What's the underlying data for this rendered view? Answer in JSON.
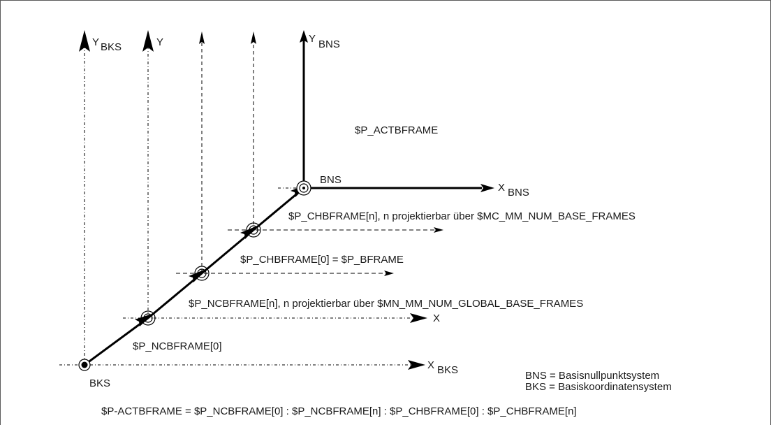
{
  "axes": {
    "y_bks": "Y",
    "y_bks_sub": "BKS",
    "y_plain": "Y",
    "y_bns": "Y",
    "y_bns_sub": "BNS",
    "x_bns": "X",
    "x_bns_sub": "BNS",
    "x_plain": "X",
    "x_bks": "X",
    "x_bks_sub": "BKS"
  },
  "points": {
    "bks": "BKS",
    "bns": "BNS"
  },
  "frames": {
    "actbframe": "$P_ACTBFRAME",
    "chbframe_n": "$P_CHBFRAME[n], n projektierbar über $MC_MM_NUM_BASE_FRAMES",
    "chbframe_0": "$P_CHBFRAME[0] = $P_BFRAME",
    "ncbframe_n": "$P_NCBFRAME[n], n projektierbar über $MN_MM_NUM_GLOBAL_BASE_FRAMES",
    "ncbframe_0": "$P_NCBFRAME[0]"
  },
  "legend": {
    "bns_def": "BNS = Basisnullpunktsystem",
    "bks_def": "BKS = Basiskoordinatensystem"
  },
  "formula": "$P-ACTBFRAME = $P_NCBFRAME[0] : $P_NCBFRAME[n] : $P_CHBFRAME[0] : $P_CHBFRAME[n]"
}
